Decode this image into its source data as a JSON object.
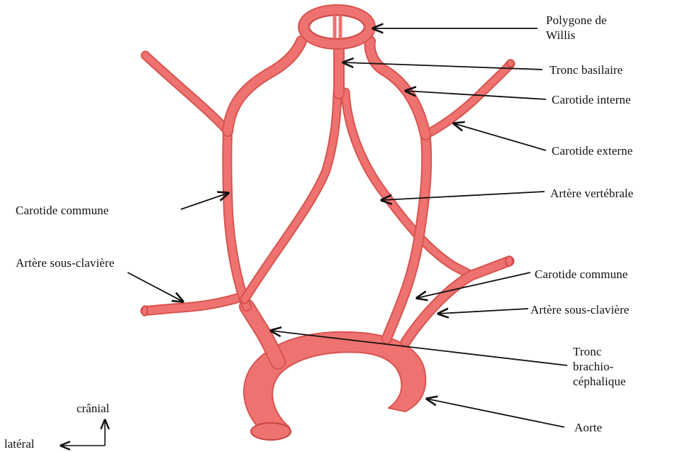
{
  "colors": {
    "vessel_fill": "#EE7370",
    "vessel_stroke": "#D8534F",
    "vessel_highlight": "#F6A19D",
    "arrow": "#111111"
  },
  "labels": {
    "polygone_willis": [
      "Polygone de",
      "Willis"
    ],
    "tronc_basilaire": "Tronc basilaire",
    "carotide_interne": "Carotide interne",
    "carotide_externe": "Carotide externe",
    "artere_vertebrale": "Artère vertébrale",
    "carotide_commune_left": "Carotide commune",
    "artere_sous_claviere_left": "Artère sous-clavière",
    "carotide_commune_right": "Carotide commune",
    "artere_sous_claviere_right": "Artère sous-clavière",
    "tronc_brachio": [
      "Tronc",
      "brachio-",
      "céphalique"
    ],
    "aorte": "Aorte"
  },
  "orientation": {
    "cranial": "crânial",
    "lateral": "latéral"
  }
}
